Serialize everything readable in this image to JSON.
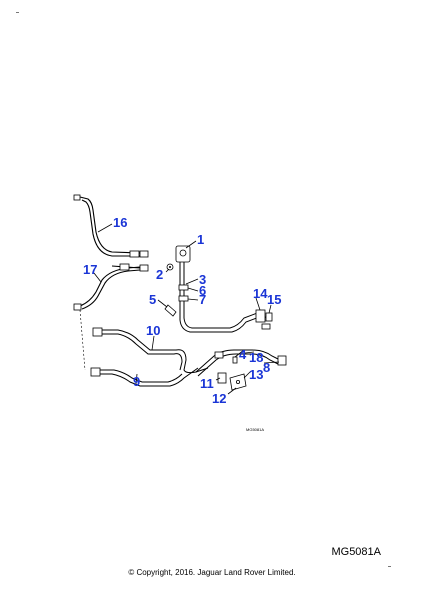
{
  "diagram": {
    "callouts": [
      "1",
      "2",
      "3",
      "6",
      "7",
      "5",
      "14",
      "15",
      "16",
      "17",
      "10",
      "9",
      "4",
      "18",
      "8",
      "13",
      "11",
      "12"
    ],
    "inline_id": "MG5081A"
  },
  "footer": {
    "diagram_id": "MG5081A",
    "copyright": "© Copyright, 2016. Jaguar Land Rover Limited."
  },
  "colors": {
    "callout": "#1a35d6",
    "linework": "#000000",
    "background": "#ffffff"
  }
}
